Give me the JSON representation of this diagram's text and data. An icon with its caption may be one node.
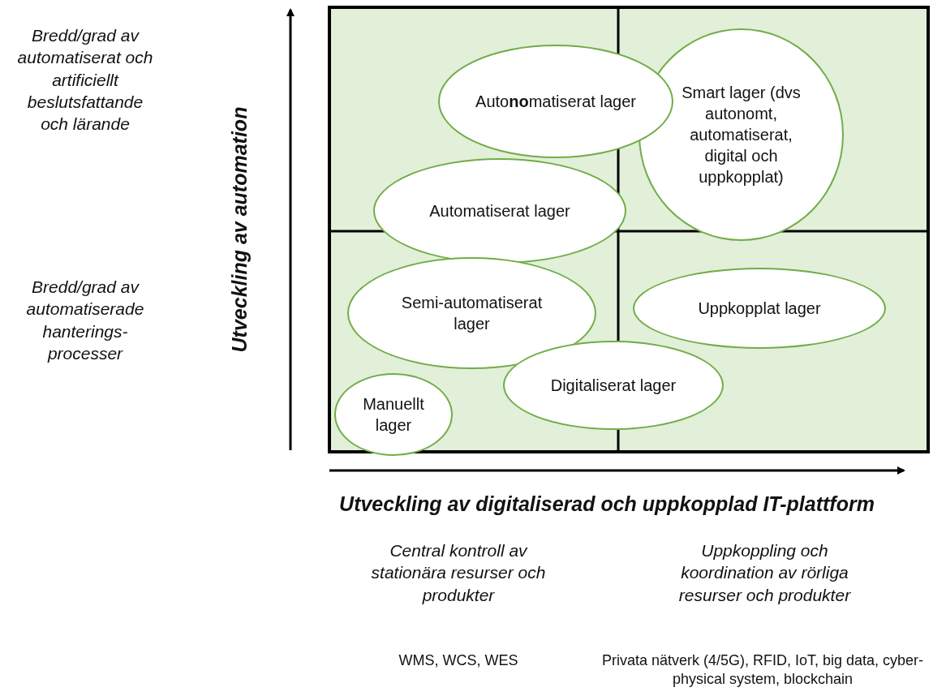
{
  "diagram": {
    "nodes": [
      {
        "text": [
          "Smart lager (dvs autonomt, automatiserat, digital och uppkopplat)"
        ]
      },
      {
        "text": [
          "Auto**no**matiserat lager"
        ]
      },
      {
        "text": [
          "Automatiserat lager"
        ]
      },
      {
        "text": [
          "Semi-automatiserat lager"
        ]
      },
      {
        "text": [
          "Uppkopplat lager"
        ]
      },
      {
        "text": [
          "Digitaliserat lager"
        ]
      },
      {
        "text": [
          "Manuellt lager"
        ]
      }
    ],
    "labels": [
      "Bredd/grad av automatiserat och artificiellt beslutsfattande och lärande",
      "Utveckling av automation",
      "Bredd/grad av automatiserade hanterings-processer",
      "Utveckling av digitaliserad och uppkopplad IT-plattform",
      "Central kontroll av stationära resurser och produkter",
      "Uppkoppling och koordination av rörliga resurser och produkter",
      "WMS, WCS, WES",
      "Privata nätverk (4/5G), RFID, IoT, big data, cyber-physical system, blockchain"
    ]
  }
}
